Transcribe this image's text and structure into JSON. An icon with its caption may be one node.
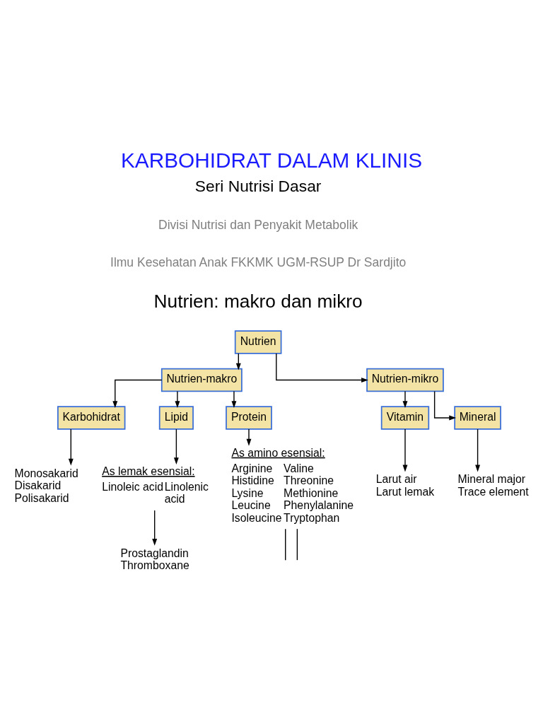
{
  "diagram": {
    "title": "KARBOHIDRAT DALAM KLINIS",
    "nodes": [
      {
        "text": [
          "Nutrien"
        ]
      },
      {
        "text": [
          "Nutrien-makro"
        ]
      },
      {
        "text": [
          "Nutrien-mikro"
        ]
      },
      {
        "text": [
          "Karbohidrat"
        ]
      },
      {
        "text": [
          "Lipid"
        ]
      },
      {
        "text": [
          "Protein"
        ]
      },
      {
        "text": [
          "Vitamin"
        ]
      },
      {
        "text": [
          "Mineral"
        ]
      },
      {
        "text": [
          "Monosakarid Disakarid Polisakarid"
        ]
      },
      {
        "text": [
          "As lemak esensial:",
          "Linoleic acid",
          "Linolenic acid"
        ]
      },
      {
        "text": [
          "Prostaglandin Thromboxane"
        ]
      },
      {
        "text": [
          "As amino esensial:",
          "Arginine Histidine Lysine Leucine Isoleucine",
          "Valine Threonine Methionine Phenylalanine Tryptophan"
        ]
      },
      {
        "text": [
          "Larut air Larut lemak"
        ]
      },
      {
        "text": [
          "Mineral major Trace element"
        ]
      }
    ],
    "edges": [
      {
        "from": 0,
        "to": 1,
        "arrow": "to"
      },
      {
        "from": 0,
        "to": 2,
        "arrow": "to"
      },
      {
        "from": 1,
        "to": 3,
        "arrow": "to"
      },
      {
        "from": 1,
        "to": 4,
        "arrow": "to"
      },
      {
        "from": 1,
        "to": 5,
        "arrow": "to"
      },
      {
        "from": 2,
        "to": 6,
        "arrow": "to"
      },
      {
        "from": 2,
        "to": 7,
        "arrow": "to"
      },
      {
        "from": 3,
        "to": 8,
        "arrow": "to"
      },
      {
        "from": 4,
        "to": 9,
        "arrow": "to"
      },
      {
        "from": 9,
        "to": 10,
        "arrow": "to"
      },
      {
        "from": 5,
        "to": 11,
        "arrow": "to"
      },
      {
        "from": 11,
        "to": null,
        "arrow": "none"
      },
      {
        "from": 11,
        "to": null,
        "arrow": "none"
      },
      {
        "from": 6,
        "to": 12,
        "arrow": "to"
      },
      {
        "from": 7,
        "to": 13,
        "arrow": "to"
      }
    ],
    "labels": [
      "Seri Nutrisi Dasar",
      "Divisi Nutrisi dan Penyakit Metabolik",
      "Ilmu Kesehatan Anak FKKMK UGM-RSUP Dr Sardjito",
      "Nutrien: makro dan mikro"
    ]
  }
}
